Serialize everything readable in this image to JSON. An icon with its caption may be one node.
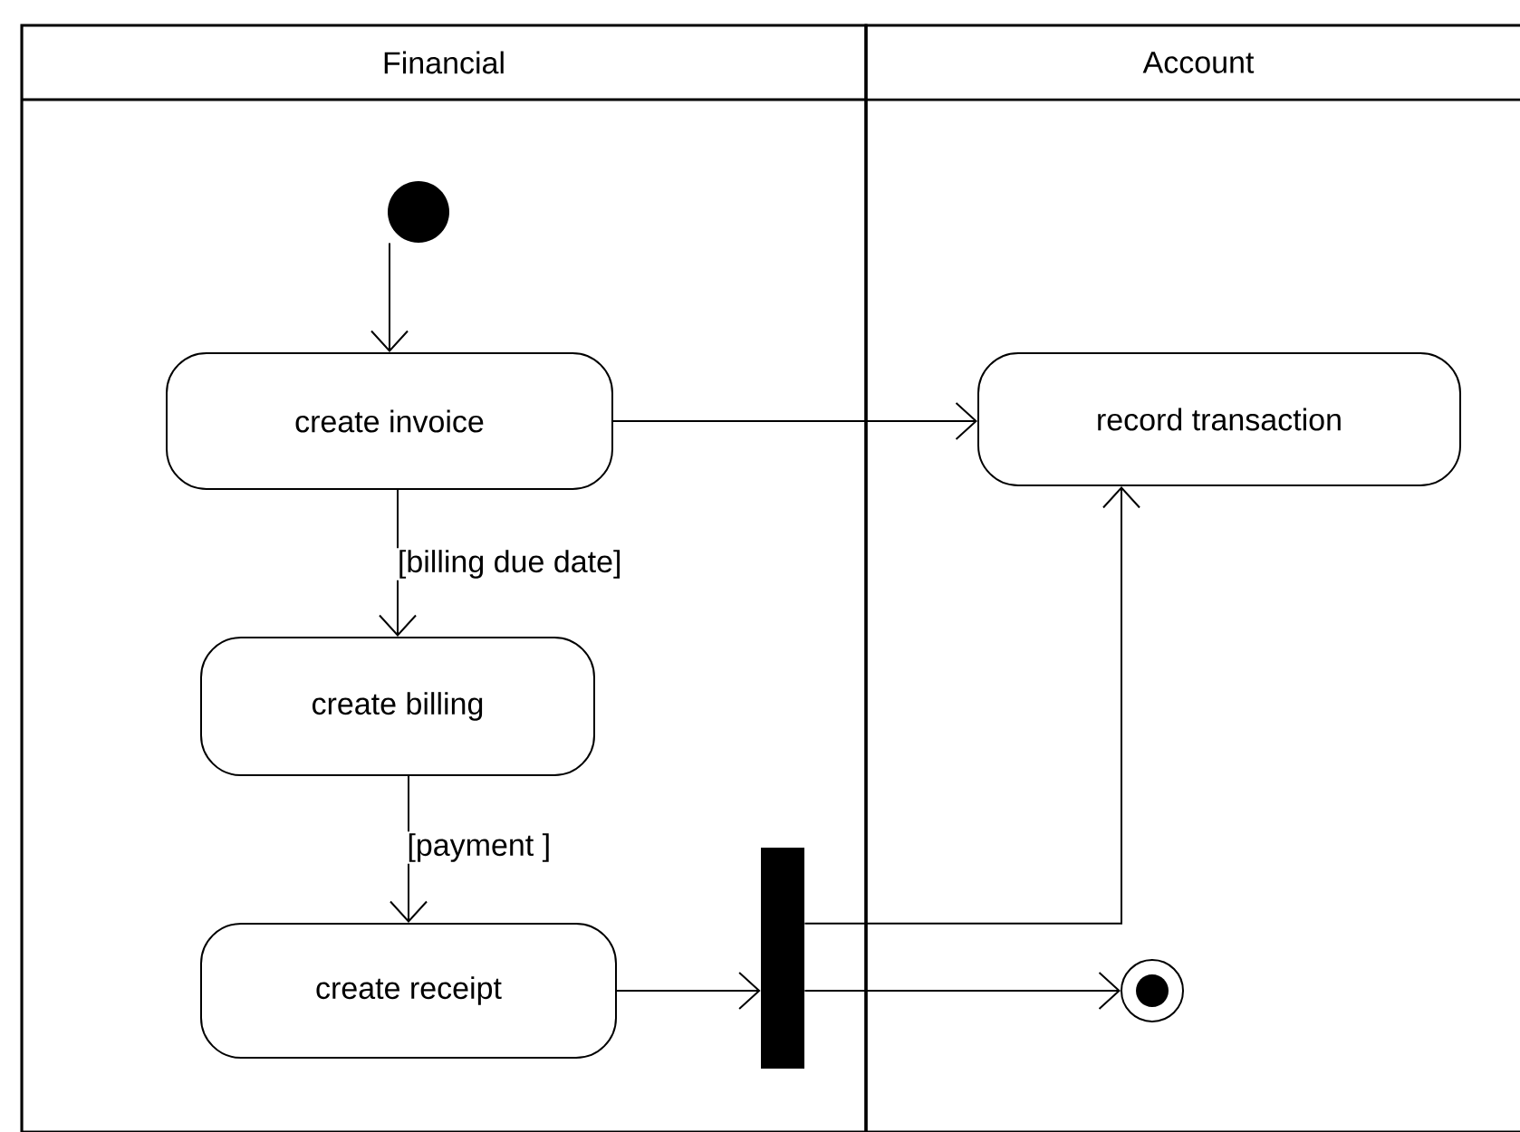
{
  "diagram": {
    "nodes": [
      {
        "text": [
          "Financial"
        ]
      },
      {
        "text": [
          "Account"
        ]
      },
      {
        "text": [],
        "shape": "circle",
        "in": 0
      },
      {
        "text": [
          "create invoice"
        ],
        "in": 0
      },
      {
        "text": [
          "record transaction"
        ],
        "in": 1
      },
      {
        "text": [
          "create billing"
        ],
        "in": 0
      },
      {
        "text": [
          "create receipt"
        ],
        "in": 0
      },
      {
        "text": [],
        "shape": "bar",
        "in": 0
      },
      {
        "text": [],
        "shape": "circle",
        "in": 1
      }
    ],
    "edges": [
      {
        "from": 2,
        "to": 3,
        "arrow": "to"
      },
      {
        "from": 3,
        "to": 4,
        "arrow": "to"
      },
      {
        "from": 3,
        "to": 5,
        "arrow": "to",
        "label": "[billing due date]"
      },
      {
        "from": 5,
        "to": 6,
        "arrow": "to",
        "label": "[payment ]"
      },
      {
        "from": 6,
        "to": 7,
        "arrow": "to"
      },
      {
        "from": 7,
        "to": 4,
        "arrow": "to"
      },
      {
        "from": 7,
        "to": 8,
        "arrow": "to"
      }
    ]
  }
}
